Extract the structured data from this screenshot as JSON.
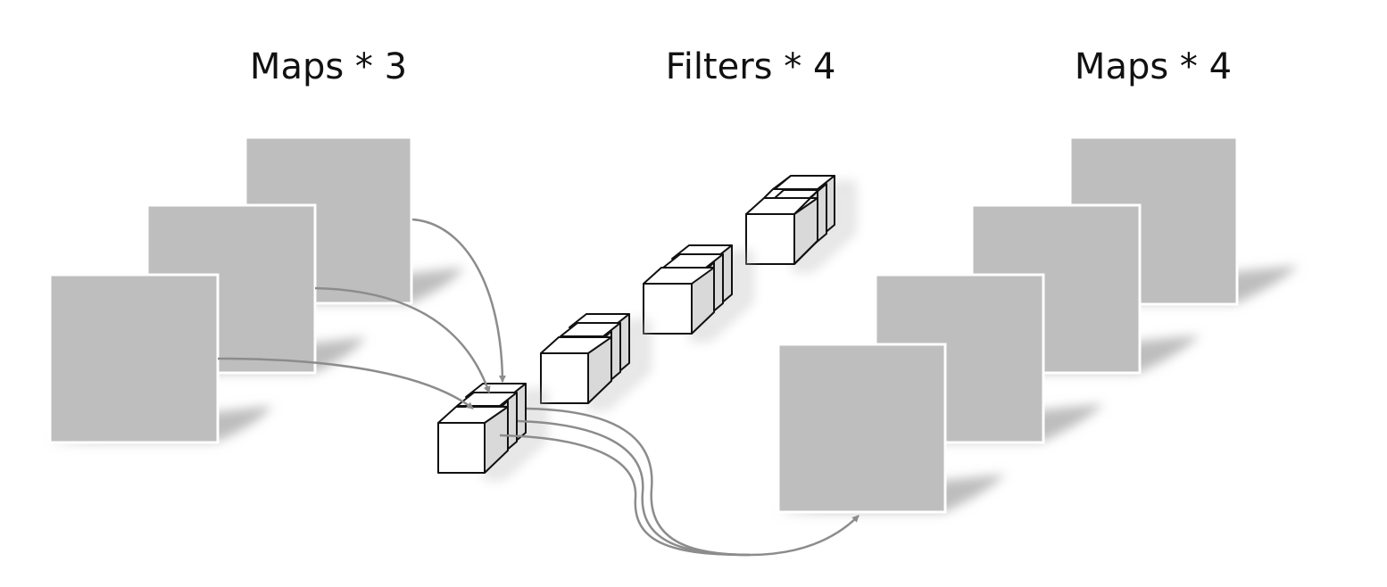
{
  "headings": {
    "input_maps": "Maps * 3",
    "filters": "Filters * 4",
    "output_maps": "Maps * 4"
  },
  "counts": {
    "input_maps": 3,
    "filters": 4,
    "output_maps": 4
  },
  "colors": {
    "map_fill": "#bebebe",
    "map_border": "#ffffff",
    "shadow": "#bdbdbd",
    "cube_face": "#ffffff",
    "cube_side": "#d9d9d9",
    "cube_stroke": "#111111",
    "arrow": "#8c8c8c"
  }
}
